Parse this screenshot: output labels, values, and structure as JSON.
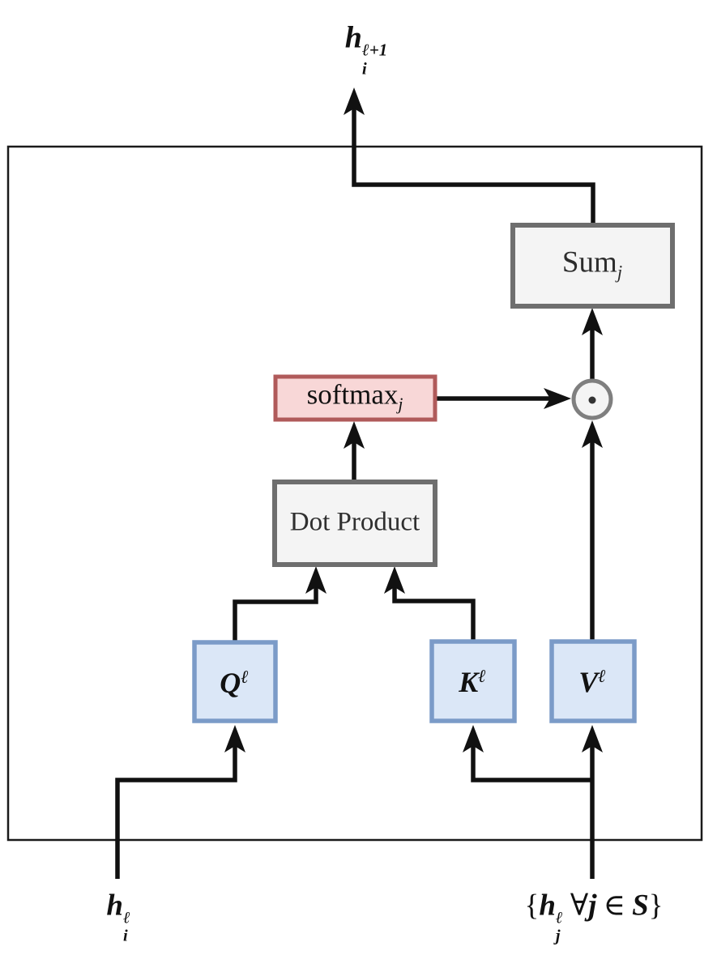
{
  "diagram": {
    "description": "self-attention block diagram",
    "output_label": {
      "base": "h",
      "sup": "ℓ+1",
      "sub": "i"
    },
    "input_left_label": {
      "base": "h",
      "sup": "ℓ",
      "sub": "i"
    },
    "input_right_label": {
      "open": "{",
      "base": "h",
      "sup": "ℓ",
      "sub": "j",
      "forall": "∀",
      "var": "j",
      "element_of": "∈",
      "set": "S",
      "close": "}"
    },
    "nodes": {
      "sum": {
        "label": "Sum",
        "sub": "j"
      },
      "softmax": {
        "label": "softmax",
        "sub": "j"
      },
      "dot_product": {
        "label": "Dot Product"
      },
      "query": {
        "label": "Q",
        "sup": "ℓ"
      },
      "key": {
        "label": "K",
        "sup": "ℓ"
      },
      "value": {
        "label": "V",
        "sup": "ℓ"
      }
    },
    "colors": {
      "node_gray_fill": "#f4f4f4",
      "node_gray_border": "#6e6e6e",
      "softmax_fill": "#f8d7d7",
      "softmax_border": "#b05a5a",
      "qkv_fill": "#dbe7f7",
      "qkv_border": "#7b9bc8",
      "wire": "#111111",
      "outer_border": "#1a1a1a"
    }
  }
}
